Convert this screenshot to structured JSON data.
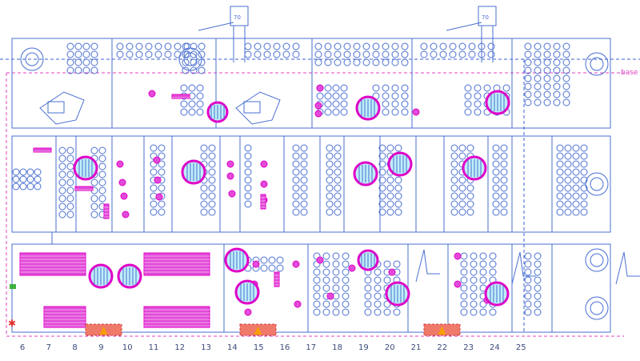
{
  "axis_labels": [
    "6",
    "7",
    "8",
    "9",
    "10",
    "11",
    "12",
    "13",
    "14",
    "15",
    "16",
    "17",
    "18",
    "19",
    "20",
    "21",
    "22",
    "23",
    "24",
    "25"
  ],
  "side_label": "base",
  "tag_labels": [
    "70",
    "70"
  ],
  "colors": {
    "line": "#4a6fd1",
    "magenta": "#e000c8",
    "magenta_fill": "#e24bd8",
    "cyan_fill": "#bfeef8",
    "dash_magenta": "#e040c0",
    "dash_blue": "#3a5fd0",
    "warn": "#f5a000",
    "warn_box": "#f07a6a",
    "axis_text": "#3a4a7a"
  }
}
